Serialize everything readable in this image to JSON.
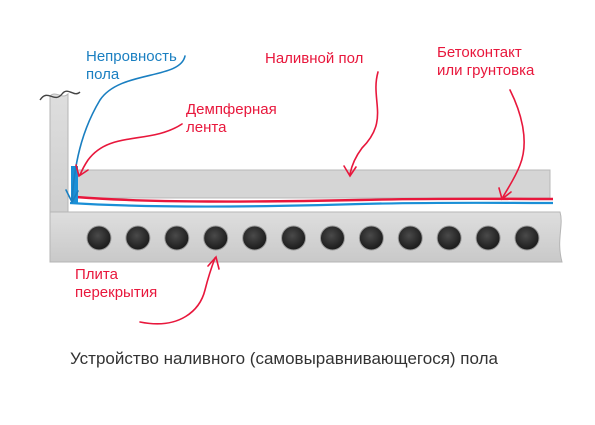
{
  "labels": {
    "unevenness": "Непровность\nпола",
    "self_leveling_floor": "Наливной пол",
    "primer": "Бетоконтакт\nили грунтовка",
    "damper_tape": "Демпферная\nлента",
    "floor_slab": "Плита\nперекрытия"
  },
  "caption": "Устройство наливного (самовыравнивающегося) пола",
  "colors": {
    "label_red": "#e8173c",
    "label_blue": "#1a7fc1",
    "concrete": "#d9d9d9",
    "concrete_edge": "#bdbdbd",
    "hole": "#2b2b2b",
    "primer_line": "#e8173c",
    "damper_tape": "#1a8fd6",
    "caption": "#333333"
  },
  "slab": {
    "hole_count": 12
  }
}
